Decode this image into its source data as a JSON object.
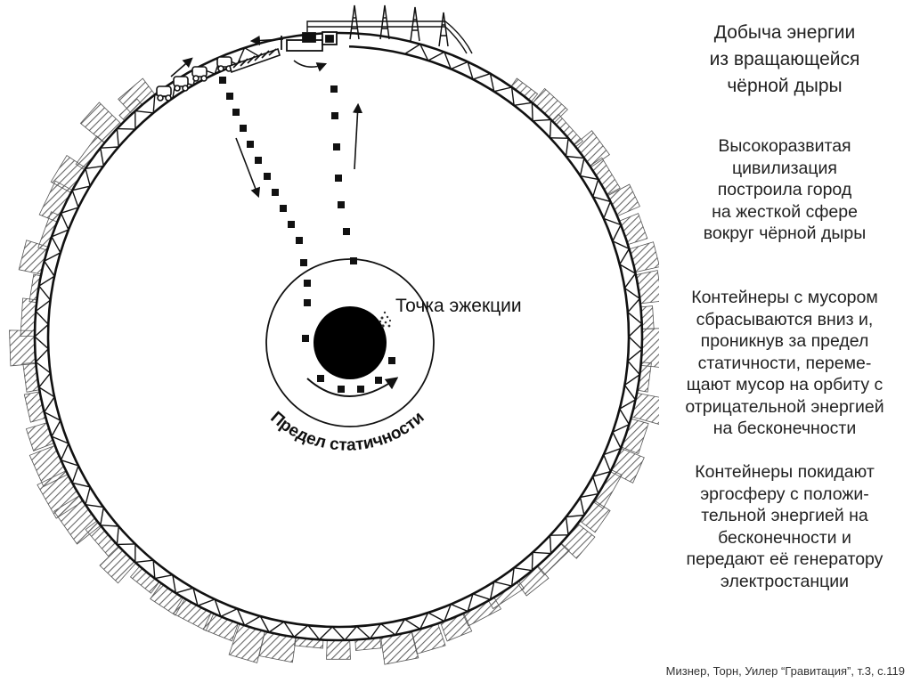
{
  "title": "Добыча энергии\nиз вращающейся\nчёрной дыры",
  "paragraphs": [
    "Высокоразвитая\nцивилизация\nпостроила город\nна жесткой сфере\nвокруг чёрной дыры",
    "Контейнеры с мусором\nсбрасываются вниз и,\nпроникнув за предел\nстатичности, переме-\nщают мусор на орбиту с\nотрицательной энергией\nна бесконечности",
    "Контейнеры покидают\nэргосферу с положи-\nтельной энергией на\nбесконечности и\nпередают её генератору\nэлектростанции"
  ],
  "diagram": {
    "ejection_label": "Точка эжекции",
    "static_limit_label": "Предел статичности"
  },
  "citation": "Мизнер, Торн, Уилер “Гравитация”, т.3, с.119",
  "colors": {
    "ink": "#111111",
    "hatch": "#666666",
    "background": "#ffffff"
  },
  "icons": [
    "black-hole-icon",
    "generator-station-icon",
    "container-truck-icon",
    "transmission-tower-icon"
  ]
}
